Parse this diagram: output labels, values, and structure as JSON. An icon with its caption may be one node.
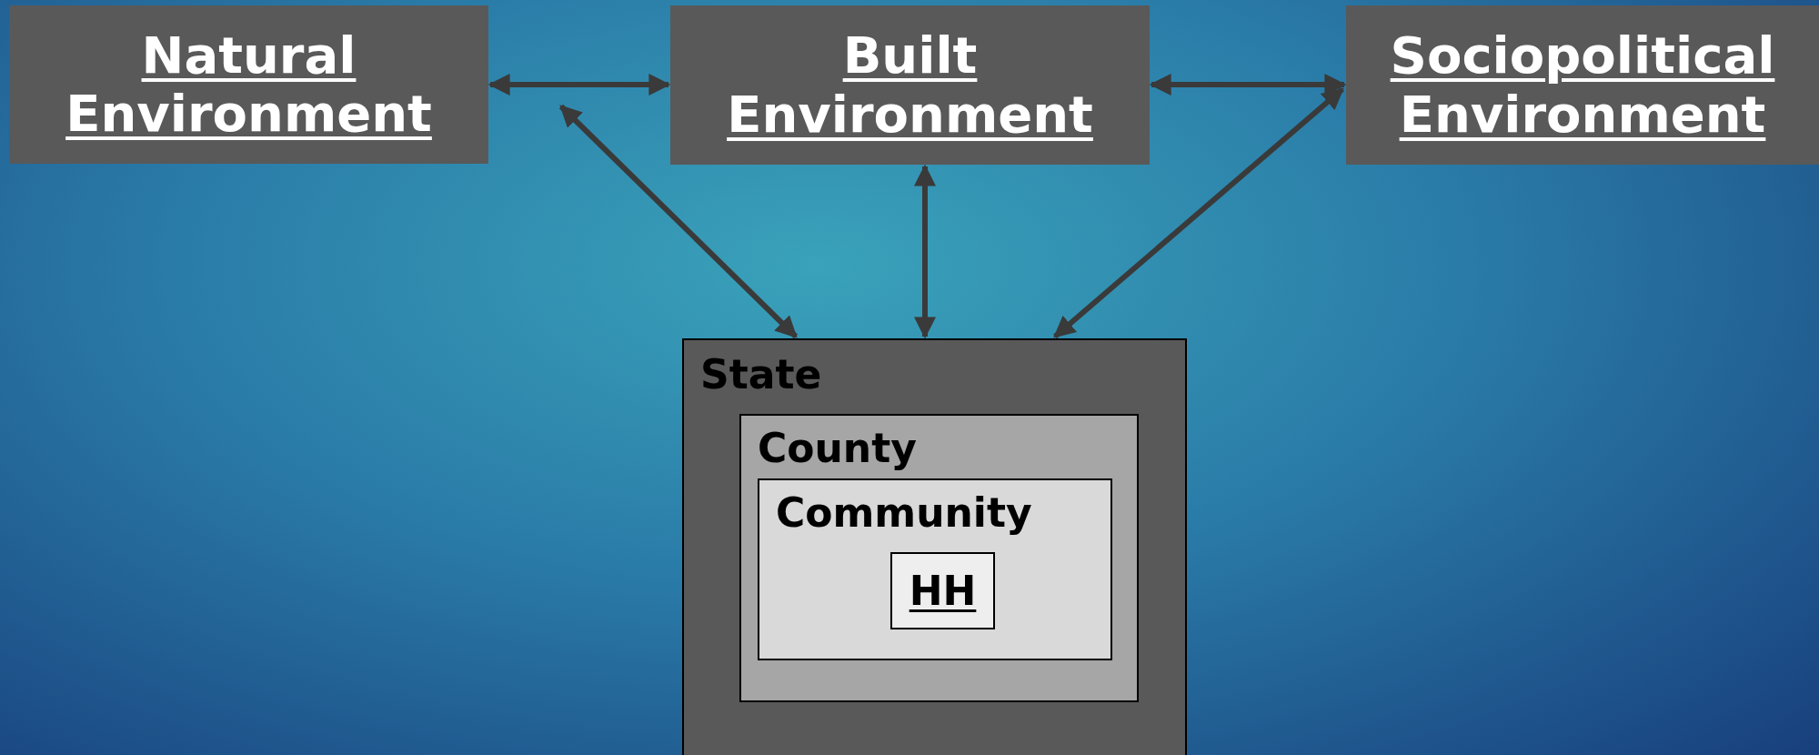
{
  "diagram": {
    "nodes": [
      {
        "text": [
          "Natural Environment"
        ]
      },
      {
        "text": [
          "Built Environment"
        ]
      },
      {
        "text": [
          "Sociopolitical Environment"
        ]
      },
      {
        "text": [
          "State"
        ]
      },
      {
        "text": [
          "County"
        ],
        "in": 3
      },
      {
        "text": [
          "Community"
        ],
        "in": 4
      },
      {
        "text": [
          "HH"
        ],
        "in": 5
      }
    ],
    "edges": [
      {
        "from": 0,
        "to": 1,
        "arrow": "both"
      },
      {
        "from": 1,
        "to": 2,
        "arrow": "both"
      },
      {
        "from": 0,
        "to": 3,
        "arrow": "both"
      },
      {
        "from": 1,
        "to": 3,
        "arrow": "both"
      },
      {
        "from": 2,
        "to": 3,
        "arrow": "both"
      }
    ]
  }
}
